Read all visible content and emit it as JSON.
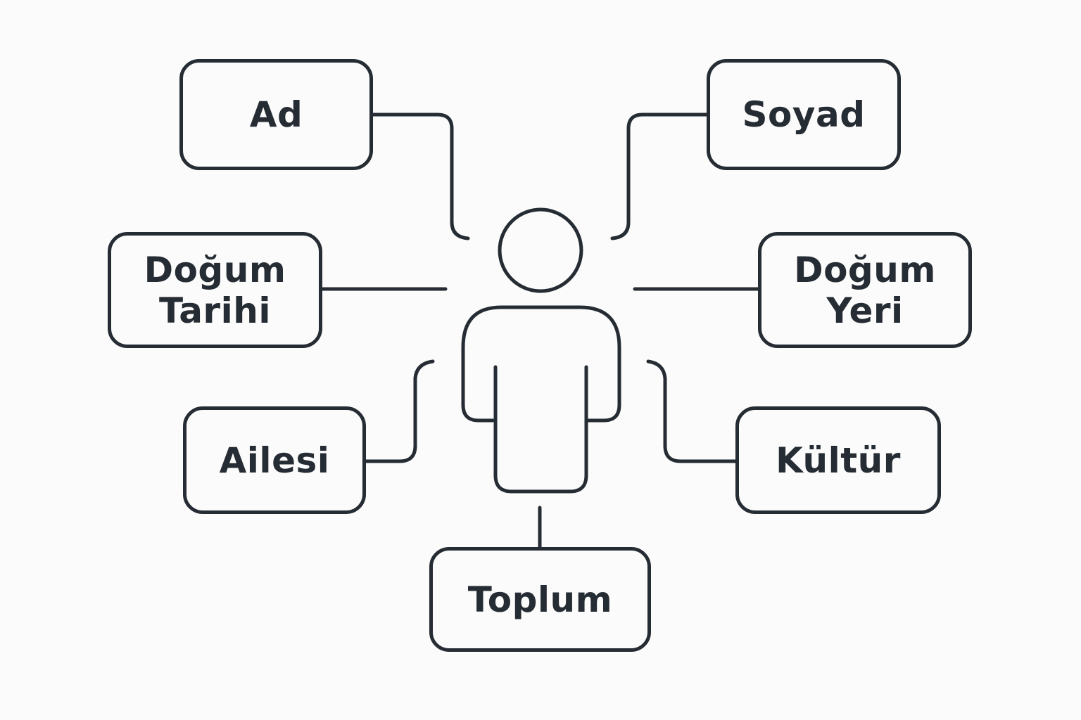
{
  "diagram": {
    "stroke_color": "#262c33",
    "background_color": "#fbfbfb",
    "center_figure": "person-icon",
    "nodes": {
      "ad": "Ad",
      "soyad": "Soyad",
      "dogum_tarihi": "Doğum\nTarihi",
      "dogum_yeri": "Doğum\nYeri",
      "ailesi": "Ailesi",
      "kultur": "Kültür",
      "toplum": "Toplum"
    }
  }
}
